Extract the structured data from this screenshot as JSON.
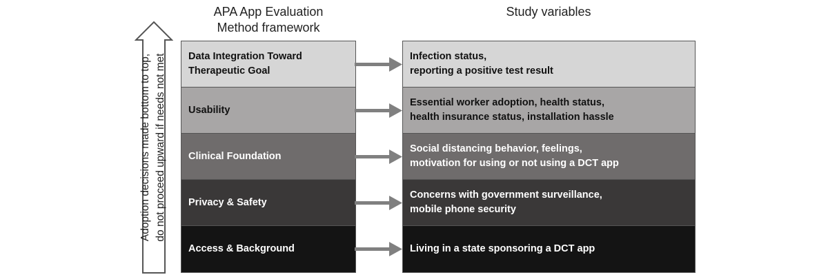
{
  "headers": {
    "left": [
      "APA App Evaluation",
      "Method framework"
    ],
    "right": "Study variables"
  },
  "side_arrow": {
    "lines": [
      "Adoption decisions made bottom to top,",
      "do not proceed upward if needs not met"
    ]
  },
  "rows": [
    {
      "level": [
        "Data Integration Toward",
        "Therapeutic Goal"
      ],
      "variables": [
        "Infection status,",
        "reporting a positive test result"
      ]
    },
    {
      "level": [
        "Usability"
      ],
      "variables": [
        "Essential worker adoption, health status,",
        "health insurance status, installation hassle"
      ]
    },
    {
      "level": [
        "Clinical Foundation"
      ],
      "variables": [
        "Social distancing behavior, feelings,",
        "motivation for using or not using a DCT app"
      ]
    },
    {
      "level": [
        "Privacy & Safety"
      ],
      "variables": [
        "Concerns with government surveillance,",
        "mobile phone security"
      ]
    },
    {
      "level": [
        "Access & Background"
      ],
      "variables": [
        "Living in a state sponsoring a DCT app"
      ]
    }
  ],
  "colors": {
    "row_shades": [
      "#d6d6d6",
      "#a8a6a6",
      "#6f6c6c",
      "#3a3838",
      "#141414"
    ],
    "connector_arrow": "#808080",
    "border": "#555555"
  },
  "icons": {
    "side_arrow": "up-arrow-icon",
    "connector": "right-arrow-icon"
  }
}
